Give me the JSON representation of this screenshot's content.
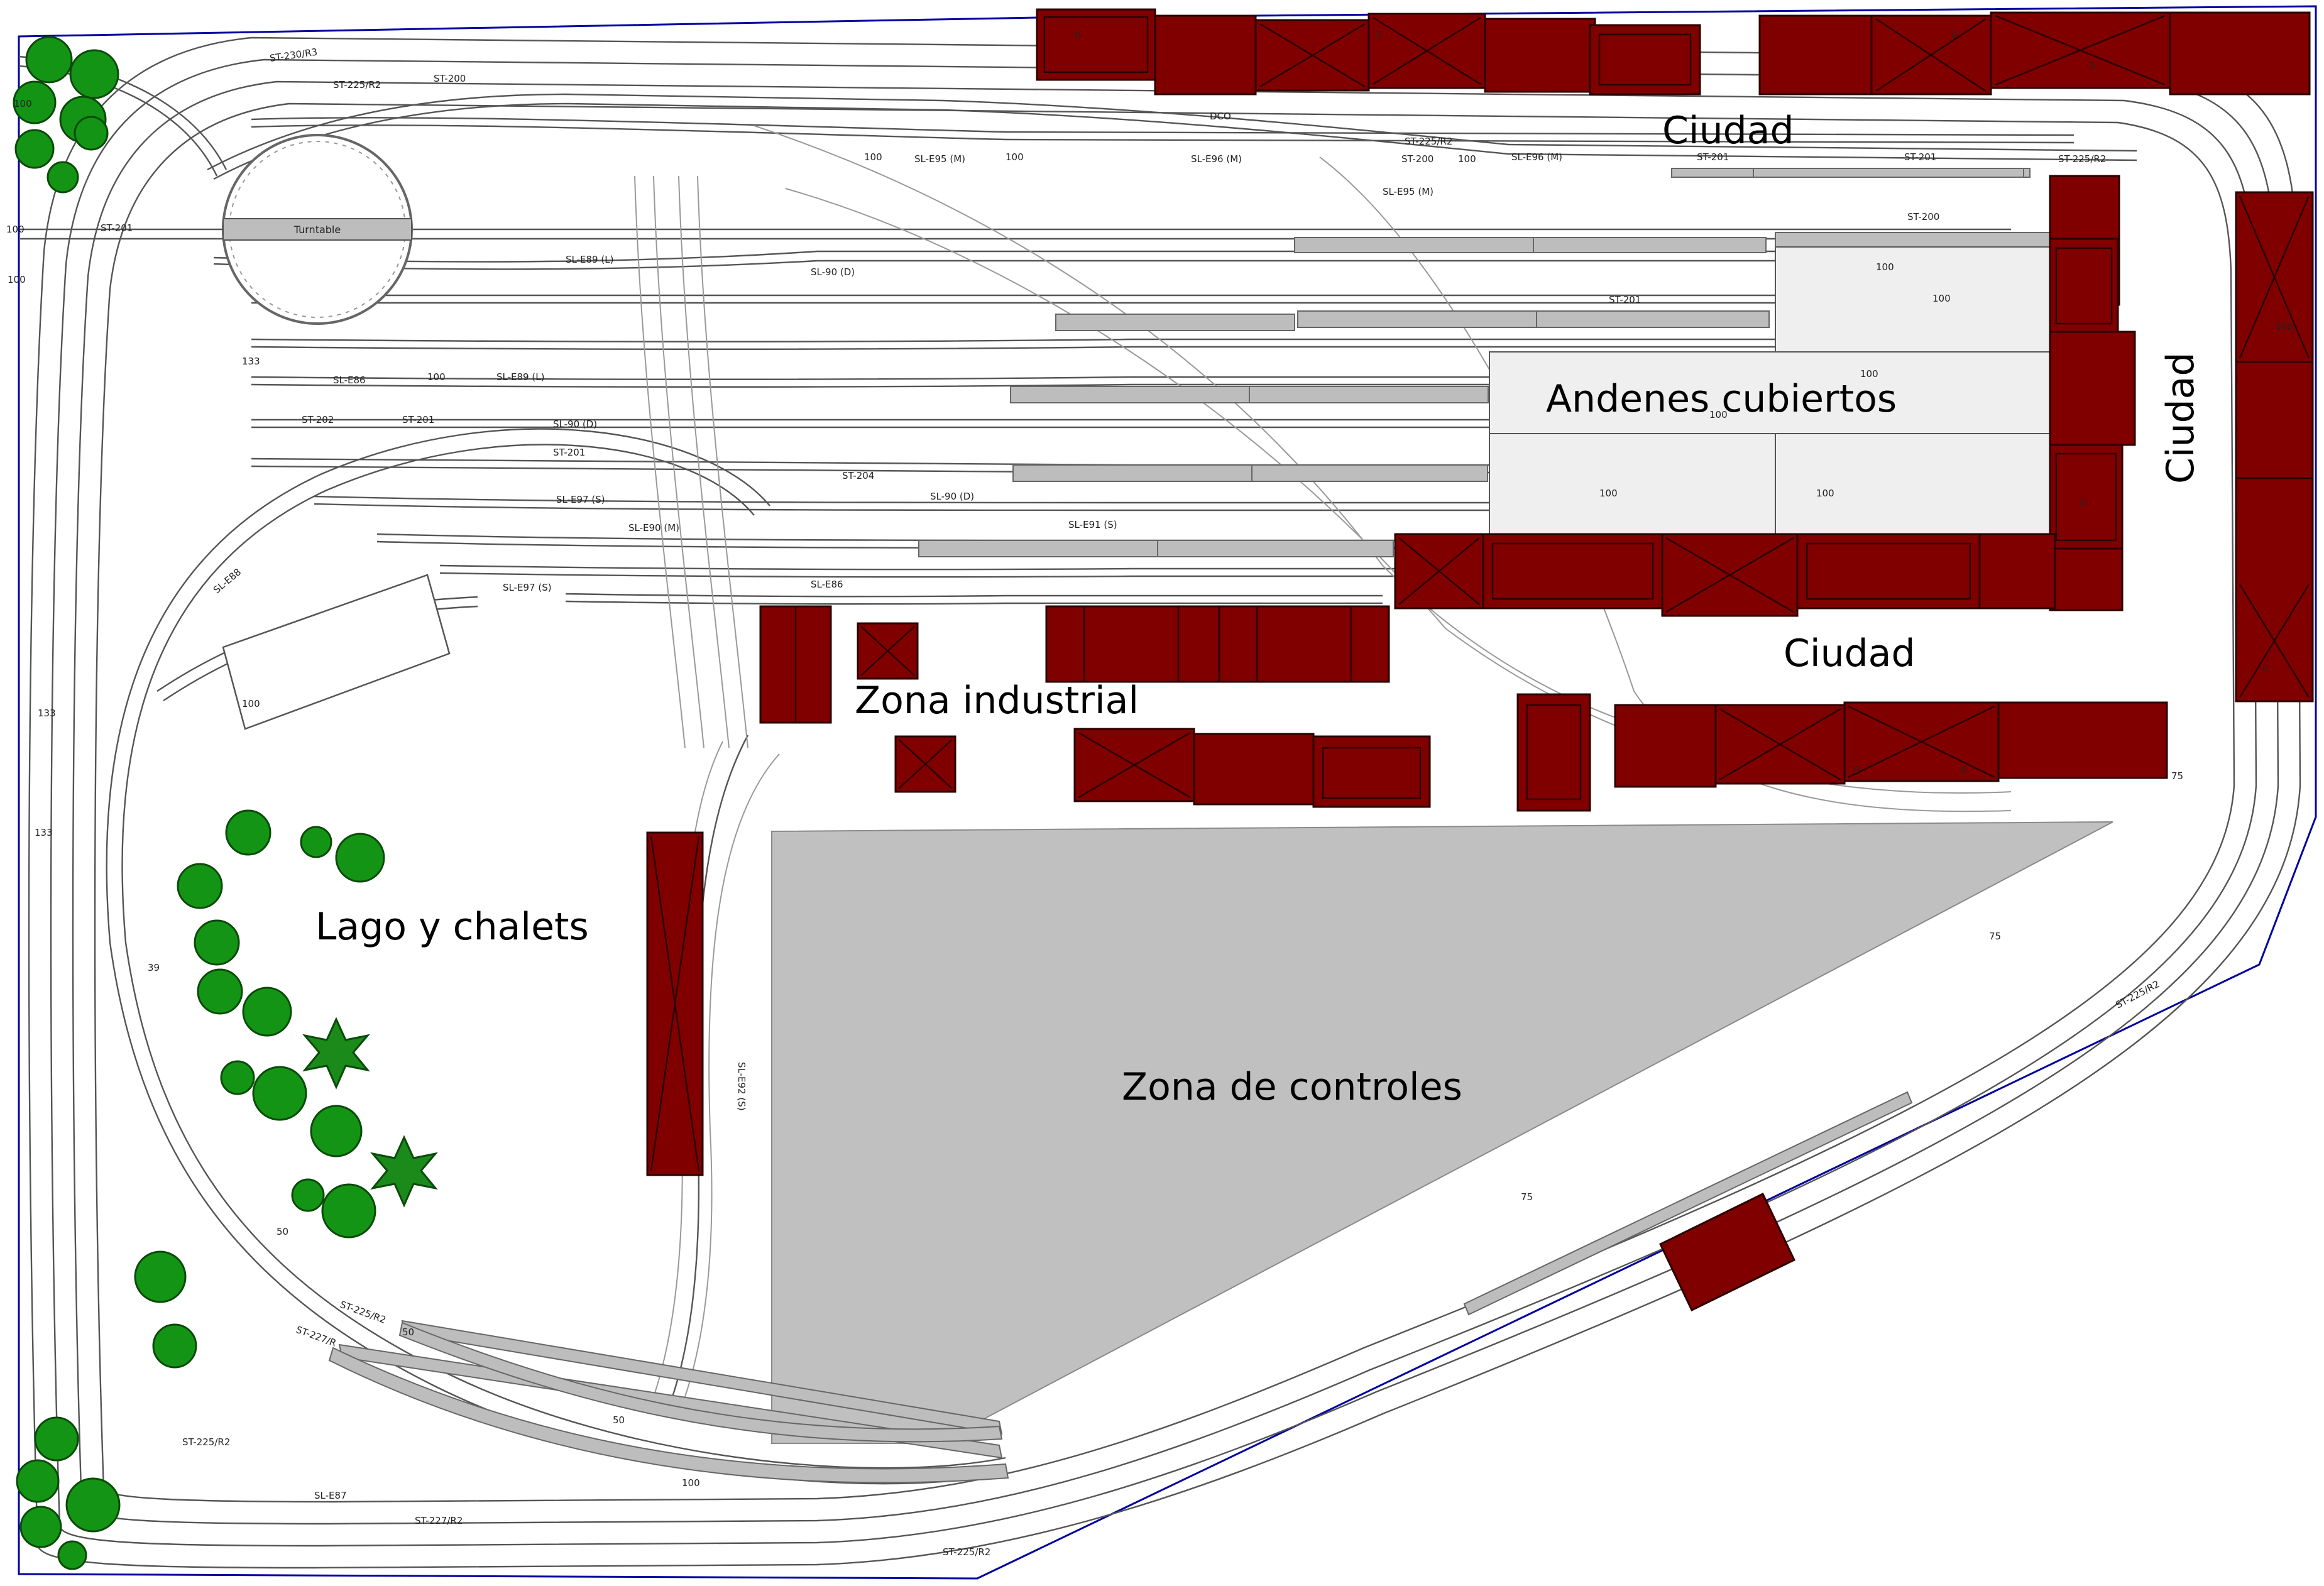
{
  "labels": {
    "ciudad_top": "Ciudad",
    "ciudad_right": "Ciudad",
    "ciudad_middle": "Ciudad",
    "andenes": "Andenes cubiertos",
    "industrial": "Zona industrial",
    "lago": "Lago y chalets",
    "controles": "Zona de controles"
  },
  "track_labels": {
    "st230r3": "ST-230/R3",
    "st225r2_top": "ST-225/R2",
    "st200_top": "ST-200",
    "dco": "DCO",
    "sle95m": "SL-E95 (M)",
    "sle96m": "SL-E96 (M)",
    "st200_mid": "ST-200",
    "st225r2_mid": "ST-225/R2",
    "sle96m_2": "SL-E96 (M)",
    "st201_right": "ST-201",
    "st201_right2": "ST-201",
    "st225r2_right": "ST-225/R2",
    "turntable": "Turntable",
    "st201_left": "ST-201",
    "sle89l": "SL-E89 (L)",
    "sl90d_1": "SL-90 (D)",
    "sle95m_2": "SL-E95 (M)",
    "st201_mid": "ST-201",
    "st200_r": "ST-200",
    "sle86": "SL-E86",
    "sle89l_2": "SL-E89 (L)",
    "st202": "ST-202",
    "st201_b": "ST-201",
    "st201_c": "ST-201",
    "sl90d_2": "SL-90 (D)",
    "st204": "ST-204",
    "sl90d_3": "SL-90 (D)",
    "sle91s": "SL-E91 (S)",
    "sle97s": "SL-E97 (S)",
    "sle90m": "SL-E90 (M)",
    "sle86_2": "SL-E86",
    "sle88": "SL-E88",
    "st225r2_bl": "ST-225/R2",
    "st227r": "ST-227/R",
    "sle87": "SL-E87",
    "st227r2": "ST-227/R2",
    "st225r2_b": "ST-225/R2",
    "st225r2_br": "ST-225/R2",
    "st225r2_r": "ST-225/R2",
    "sle92s": "SL-E92 (S)",
    "sle97s_2": "SL-E97 (S)"
  },
  "numbers": {
    "n100": "100",
    "n0": "0",
    "n133": "133",
    "n75": "75",
    "n50": "50",
    "n39": "39"
  },
  "colors": {
    "building": "#800000",
    "platform": "#bdbdbd",
    "control_zone": "#c0c0c0",
    "covered_platform": "#efefef",
    "tree": "#149414",
    "border": "#0000a0",
    "track": "#555555"
  }
}
